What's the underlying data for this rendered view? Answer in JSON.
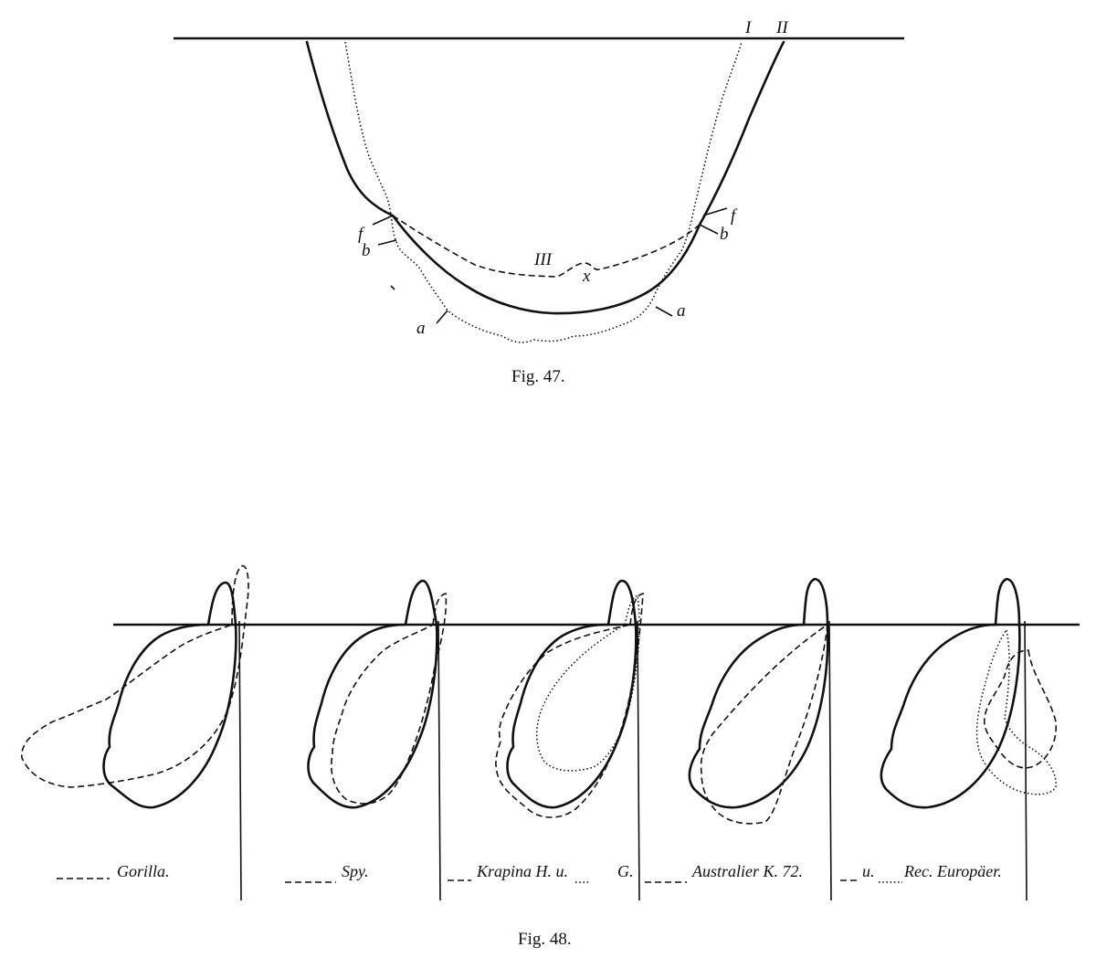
{
  "fig47": {
    "caption": "Fig. 47.",
    "labels": {
      "curve_I": "I",
      "curve_II": "II",
      "curve_III": "III",
      "mark_x": "x",
      "left_f": "f",
      "left_b": "b",
      "left_a": "a",
      "right_f": "f",
      "right_b": "b",
      "right_a": "a"
    }
  },
  "fig48": {
    "caption": "Fig. 48.",
    "legend": {
      "gorilla": "Gorilla.",
      "spy": "Spy.",
      "krapina": "Krapina H. u.",
      "krapina_g": "G.",
      "australier": "Australier K. 72.",
      "rec_u": "u.",
      "rec_europaeer": "Rec. Europäer."
    }
  }
}
